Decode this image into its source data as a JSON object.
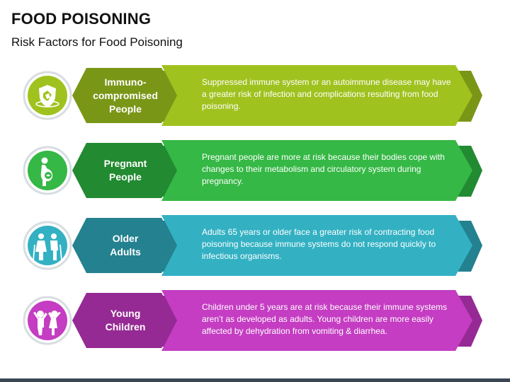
{
  "header": {
    "title": "FOOD POISONING",
    "subtitle": "Risk Factors for Food Poisoning"
  },
  "rows": [
    {
      "label": "Immuno-\ncompromised\nPeople",
      "description": "Suppressed immune system or an autoimmune disease may have a greater risk of infection and complications resulting from food poisoning.",
      "icon": "immune-shield-icon",
      "colors": {
        "main": "#a0c21f",
        "dark": "#7a9617",
        "circle": "#a0c21f"
      }
    },
    {
      "label": "Pregnant\nPeople",
      "description": "Pregnant people are more at risk because their bodies cope with changes to their metabolism and circulatory system during pregnancy.",
      "icon": "pregnant-woman-icon",
      "colors": {
        "main": "#35b845",
        "dark": "#228a31",
        "circle": "#35b845"
      }
    },
    {
      "label": "Older\nAdults",
      "description": "Adults 65 years or older face a greater risk of contracting food poisoning because immune systems do not respond quickly to infectious organisms.",
      "icon": "elderly-couple-icon",
      "colors": {
        "main": "#33b1c3",
        "dark": "#24818f",
        "circle": "#33b1c3"
      }
    },
    {
      "label": "Young\nChildren",
      "description": "Children under 5 years are at risk because their immune systems aren’t as developed as adults. Young children are more easily affected by dehydration from vomiting & diarrhea.",
      "icon": "children-icon",
      "colors": {
        "main": "#c43dc2",
        "dark": "#962a94",
        "circle": "#c43dc2"
      }
    }
  ]
}
